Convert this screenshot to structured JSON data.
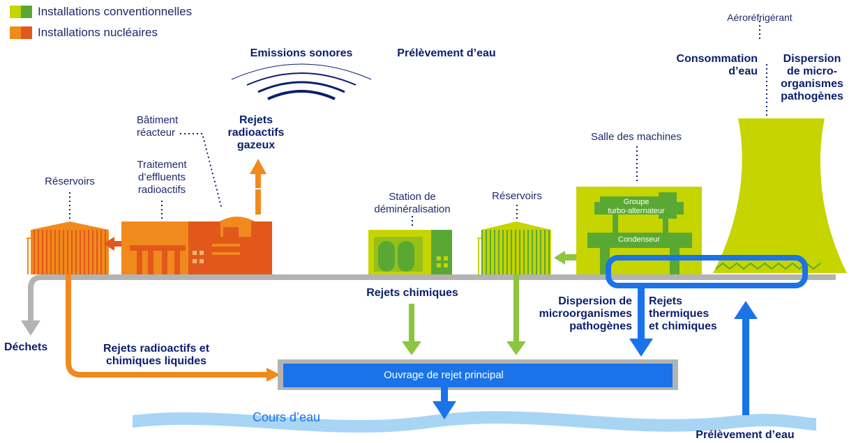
{
  "colors": {
    "conventional": "#c6d400",
    "conventional_dark": "#5aa834",
    "nuclear": "#f08a1c",
    "nuclear_dark": "#e2581a",
    "water_blue": "#1a73e8",
    "ground_gray": "#b3b3b3",
    "text_navy": "#0b1e6e"
  },
  "legend": [
    {
      "label": "Installations conventionnelles",
      "swatch": "conventional"
    },
    {
      "label": "Installations nucléaires",
      "swatch": "nuclear"
    }
  ],
  "components": {
    "reservoirs_nuclear": "Réservoirs",
    "traitement": "Traitement\nd’effluents\nradioactifs",
    "batiment_reacteur": "Bâtiment\nréacteur",
    "station": "Station de\ndéminéralisation",
    "reservoirs_conv": "Réservoirs",
    "salle_machines": "Salle des machines",
    "groupe": "Groupe\nturbo-alternateur",
    "condenseur": "Condenseur",
    "aerorefrigerant": "Aéroréfrigérant",
    "ouvrage": "Ouvrage de rejet principal",
    "cours_eau": "Cours d’eau"
  },
  "flows": {
    "emissions_sonores": "Emissions sonores",
    "prelevement_top": "Prélèvement d’eau",
    "rejets_gazeux": "Rejets\nradioactifs\ngazeux",
    "consommation": "Consommation\nd’eau",
    "dispersion_top": "Dispersion\nde micro-\norganismes\npathogènes",
    "rejets_chimiques": "Rejets chimiques",
    "dispersion_mid": "Dispersion de\nmicroorganismes\npathogènes",
    "rejets_thermiques": "Rejets\nthermiques\net chimiques",
    "dechets": "Déchets",
    "rejets_liquides": "Rejets radioactifs et\nchimiques liquides",
    "prelevement_bottom": "Prélèvement d’eau"
  }
}
